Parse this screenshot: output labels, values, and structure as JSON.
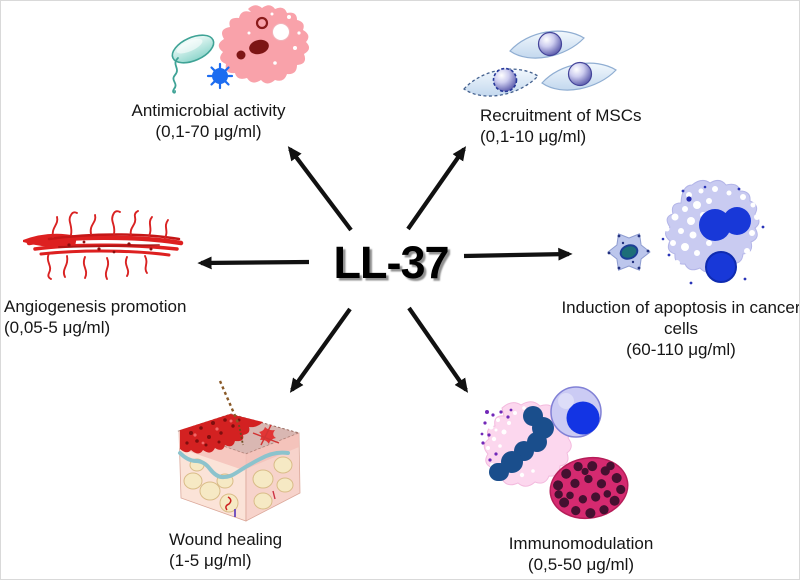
{
  "figure": {
    "title": "LL-37",
    "items": [
      {
        "id": "antimicrobial-activity",
        "label_lines": [
          "Antimicrobial activity"
        ],
        "dose": "(0,1-70 μg/ml)",
        "icon": "bacterium-virus-macrophage-icon",
        "position": "top-left"
      },
      {
        "id": "recruitment-of-mscs",
        "label_lines": [
          "Recruitment of MSCs"
        ],
        "dose": "(0,1-10 μg/ml)",
        "icon": "mesenchymal-stem-cells-icon",
        "position": "top-right"
      },
      {
        "id": "angiogenesis-promotion",
        "label_lines": [
          "Angiogenesis promotion"
        ],
        "dose": "(0,05-5 μg/ml)",
        "icon": "blood-vessel-network-icon",
        "position": "left"
      },
      {
        "id": "induction-of-apoptosis-in-cancer-cells",
        "label_lines": [
          "Induction of apoptosis in cancer",
          "cells"
        ],
        "dose": "(60-110 μg/ml)",
        "icon": "apoptotic-cancer-cells-icon",
        "position": "right"
      },
      {
        "id": "wound-healing",
        "label_lines": [
          "Wound healing"
        ],
        "dose": "(1-5 μg/ml)",
        "icon": "skin-wound-cube-icon",
        "position": "bottom-left"
      },
      {
        "id": "immunomodulation",
        "label_lines": [
          "Immunomodulation"
        ],
        "dose": "(0,5-50 μg/ml)",
        "icon": "immune-cells-icon",
        "position": "bottom-right"
      }
    ],
    "colors": {
      "arrow": "#111111",
      "text": "#161616",
      "background": "#ffffff"
    }
  }
}
